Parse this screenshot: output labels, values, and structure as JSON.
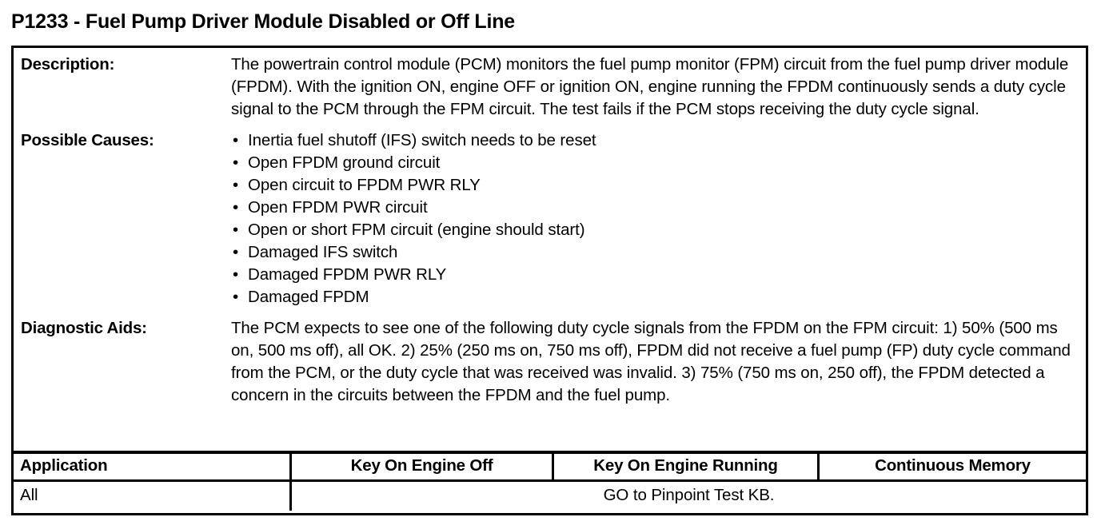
{
  "title": "P1233 - Fuel Pump Driver Module Disabled or Off Line",
  "sections": {
    "description": {
      "label": "Description:",
      "text": "The powertrain control module (PCM) monitors the fuel pump monitor (FPM) circuit from the fuel pump driver module (FPDM). With the ignition ON, engine OFF or ignition ON, engine running the FPDM continuously sends a duty cycle signal to the PCM through the FPM circuit. The test fails if the PCM stops receiving the duty cycle signal."
    },
    "possible_causes": {
      "label": "Possible Causes:",
      "bullet_glyph": "•",
      "items": [
        "Inertia fuel shutoff (IFS) switch needs to be reset",
        "Open FPDM ground circuit",
        "Open circuit to FPDM PWR RLY",
        "Open FPDM PWR circuit",
        "Open or short FPM circuit (engine should start)",
        "Damaged IFS switch",
        "Damaged FPDM PWR RLY",
        "Damaged FPDM"
      ]
    },
    "diagnostic_aids": {
      "label": "Diagnostic Aids:",
      "text": "The PCM expects to see one of the following duty cycle signals from the FPDM on the FPM circuit: 1) 50% (500 ms on, 500 ms off), all OK. 2) 25% (250 ms on, 750 ms off), FPDM did not receive a fuel pump (FP) duty cycle command from the PCM, or the duty cycle that was received was invalid. 3) 75% (750 ms on, 250 off), the FPDM detected a concern in the circuits between the FPDM and the fuel pump."
    }
  },
  "result_table": {
    "headers": {
      "application": "Application",
      "key_on_engine_off": "Key On Engine Off",
      "key_on_engine_running": "Key On Engine Running",
      "continuous_memory": "Continuous Memory"
    },
    "rows": [
      {
        "application": "All",
        "result": "GO to Pinpoint Test KB."
      }
    ]
  },
  "colors": {
    "text": "#000000",
    "background": "#ffffff",
    "border": "#000000"
  }
}
